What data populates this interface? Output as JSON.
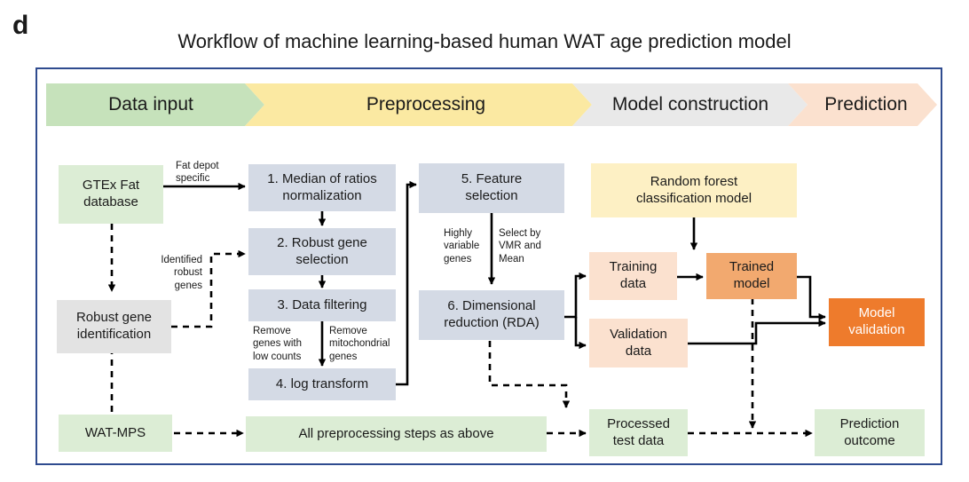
{
  "panel_letter": "d",
  "title": "Workflow of machine learning-based human WAT age prediction model",
  "stages": [
    "Data input",
    "Preprocessing",
    "Model construction",
    "Prediction"
  ],
  "boxes": {
    "gtex": "GTEx Fat\ndatabase",
    "robust_id": "Robust gene\nidentification",
    "wat_mps": "WAT-MPS",
    "step1": "1. Median of ratios\nnormalization",
    "step2": "2. Robust gene\nselection",
    "step3": "3. Data filtering",
    "step4": "4. log transform",
    "step5": "5. Feature\nselection",
    "step6": "6. Dimensional\nreduction (RDA)",
    "all_steps": "All preprocessing steps as above",
    "rf_model": "Random forest\nclassification model",
    "training": "Training\ndata",
    "validation": "Validation\ndata",
    "trained": "Trained\nmodel",
    "model_val": "Model\nvalidation",
    "processed": "Processed\ntest data",
    "outcome": "Prediction\noutcome"
  },
  "labels": {
    "fat_depot": "Fat depot\nspecific",
    "identified": "Identified\nrobust\ngenes",
    "low_counts": "Remove\ngenes with\nlow counts",
    "mito": "Remove\nmitochondrial\ngenes",
    "hv_genes": "Highly\nvariable\ngenes",
    "vmr": "Select by\nVMR and\nMean"
  },
  "colors": {
    "frame": "#2f4b8f",
    "data_input": "#c6e2bb",
    "preprocessing": "#fbe9a2",
    "model_construction": "#e9e9e9",
    "prediction": "#fbe1cf"
  }
}
